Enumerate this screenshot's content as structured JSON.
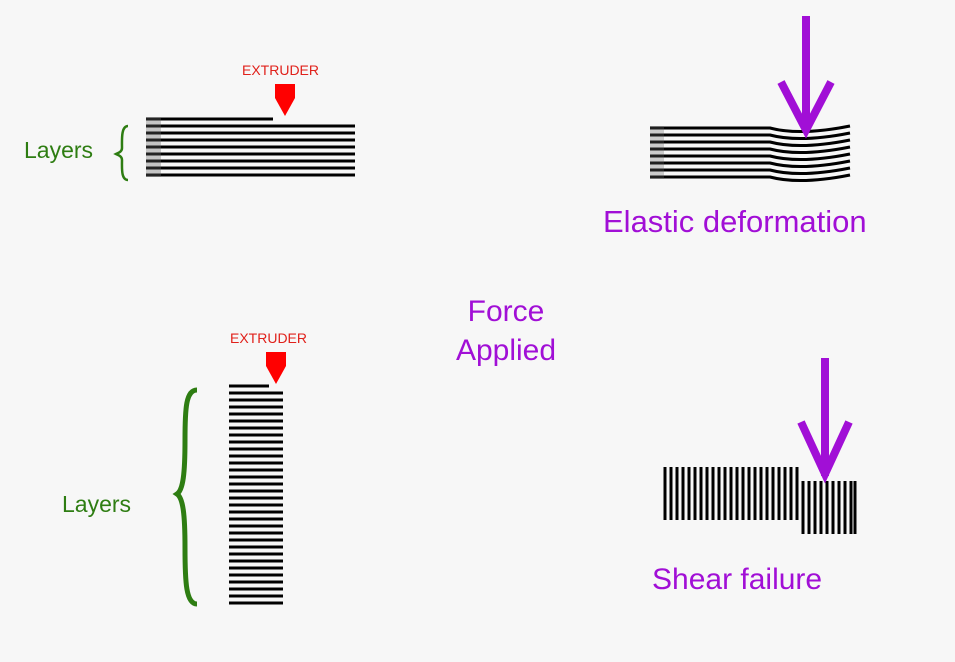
{
  "top_panel": {
    "extruder_label": "EXTRUDER",
    "layers_label": "Layers"
  },
  "bottom_panel": {
    "extruder_label": "EXTRUDER",
    "layers_label": "Layers"
  },
  "center": {
    "force_line1": "Force",
    "force_line2": "Applied"
  },
  "elastic": {
    "caption": "Elastic deformation"
  },
  "shear": {
    "caption": "Shear failure"
  },
  "colors": {
    "background": "#f7f7f7",
    "extruder": "#ff0000",
    "extruder_text": "#e0211b",
    "layers_green": "#2e7d12",
    "force_purple": "#a10fd6",
    "layer_black": "#000000"
  }
}
